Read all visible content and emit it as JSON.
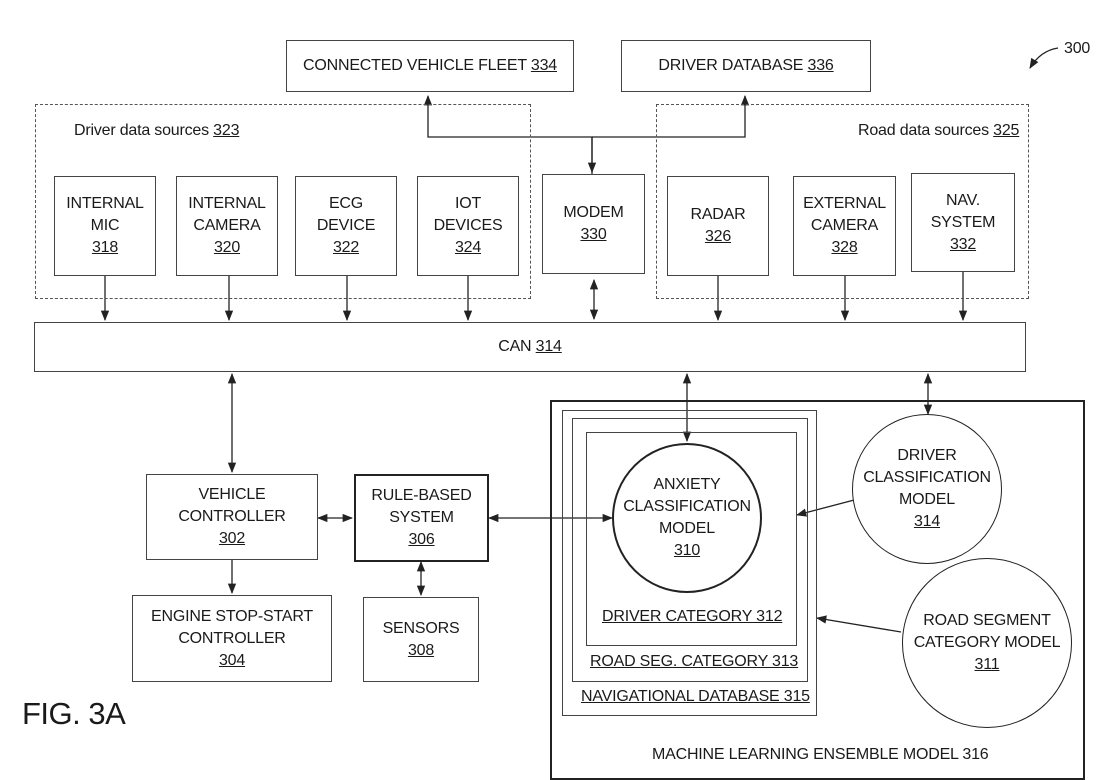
{
  "figure_ref": "300",
  "figure_label": "FIG. 3A",
  "groups": {
    "driver_sources": {
      "text": "Driver data sources",
      "ref": "323"
    },
    "road_sources": {
      "text": "Road data sources",
      "ref": "325"
    }
  },
  "boxes": {
    "fleet": {
      "text": "CONNECTED VEHICLE FLEET",
      "ref": "334"
    },
    "driver_db": {
      "text": "DRIVER DATABASE",
      "ref": "336"
    },
    "internal_mic": {
      "l1": "INTERNAL",
      "l2": "MIC",
      "ref": "318"
    },
    "internal_camera": {
      "l1": "INTERNAL",
      "l2": "CAMERA",
      "ref": "320"
    },
    "ecg": {
      "l1": "ECG",
      "l2": "DEVICE",
      "ref": "322"
    },
    "iot": {
      "l1": "IOT",
      "l2": "DEVICES",
      "ref": "324"
    },
    "modem": {
      "l1": "MODEM",
      "ref": "330"
    },
    "radar": {
      "l1": "RADAR",
      "ref": "326"
    },
    "external_camera": {
      "l1": "EXTERNAL",
      "l2": "CAMERA",
      "ref": "328"
    },
    "nav": {
      "l1": "NAV.",
      "l2": "SYSTEM",
      "ref": "332"
    },
    "can": {
      "text": "CAN",
      "ref": "314"
    },
    "vehicle_controller": {
      "l1": "VEHICLE",
      "l2": "CONTROLLER",
      "ref": "302"
    },
    "rule_based": {
      "l1": "RULE-BASED",
      "l2": "SYSTEM",
      "ref": "306"
    },
    "engine": {
      "l1": "ENGINE STOP-START",
      "l2": "CONTROLLER",
      "ref": "304"
    },
    "sensors": {
      "l1": "SENSORS",
      "ref": "308"
    },
    "anxiety": {
      "l1": "ANXIETY",
      "l2": "CLASSIFICATION",
      "l3": "MODEL",
      "ref": "310"
    },
    "driver_class": {
      "l1": "DRIVER",
      "l2": "CLASSIFICATION",
      "l3": "MODEL",
      "ref": "314"
    },
    "road_segment": {
      "l1": "ROAD SEGMENT",
      "l2": "CATEGORY MODEL",
      "ref": "311"
    }
  },
  "nested": {
    "driver_category": "DRIVER CATEGORY 312",
    "road_seg_category": "ROAD SEG. CATEGORY 313",
    "nav_database": "NAVIGATIONAL DATABASE 315",
    "ml_ensemble": "MACHINE LEARNING ENSEMBLE MODEL 316"
  }
}
